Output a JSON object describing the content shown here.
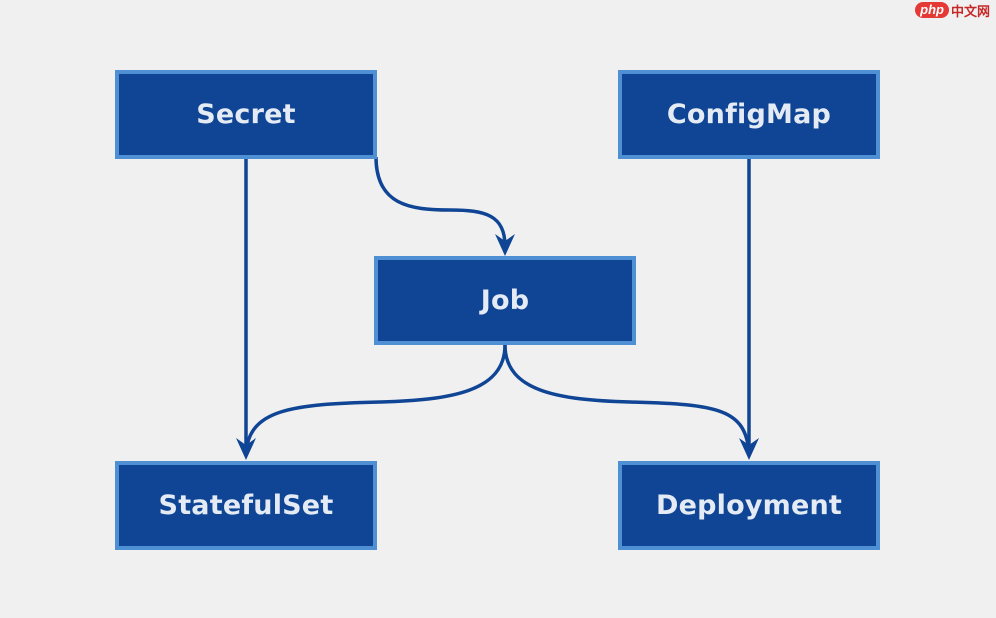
{
  "diagram": {
    "nodes": {
      "secret": "Secret",
      "configmap": "ConfigMap",
      "job": "Job",
      "statefulset": "StatefulSet",
      "deployment": "Deployment"
    },
    "edges": [
      {
        "from": "Secret",
        "to": "StatefulSet"
      },
      {
        "from": "Secret",
        "to": "Job"
      },
      {
        "from": "ConfigMap",
        "to": "Deployment"
      },
      {
        "from": "Job",
        "to": "StatefulSet"
      },
      {
        "from": "Job",
        "to": "Deployment"
      }
    ],
    "colors": {
      "node_fill": "#0f4594",
      "node_border": "#4f8fd4",
      "node_text": "#e4ebf5",
      "edge": "#0f4594",
      "background": "#f0f0f1"
    }
  },
  "watermark": {
    "logo": "php",
    "text": "中文网"
  }
}
